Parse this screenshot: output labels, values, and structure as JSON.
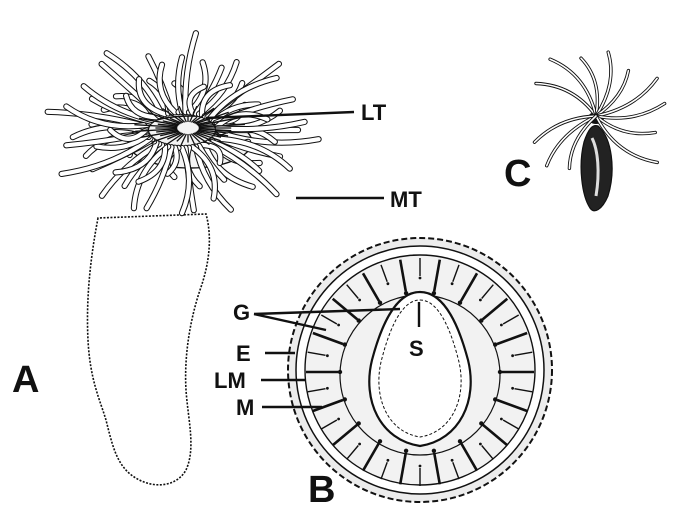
{
  "panels": {
    "a": {
      "letter": "A"
    },
    "b": {
      "letter": "B"
    },
    "c": {
      "letter": "C"
    }
  },
  "labels": {
    "lt": "LT",
    "mt": "MT",
    "g": "G",
    "s": "S",
    "e": "E",
    "lm": "LM",
    "m": "M"
  },
  "colors": {
    "ink": "#111111",
    "paper": "#ffffff",
    "tissue": "#ededed"
  }
}
